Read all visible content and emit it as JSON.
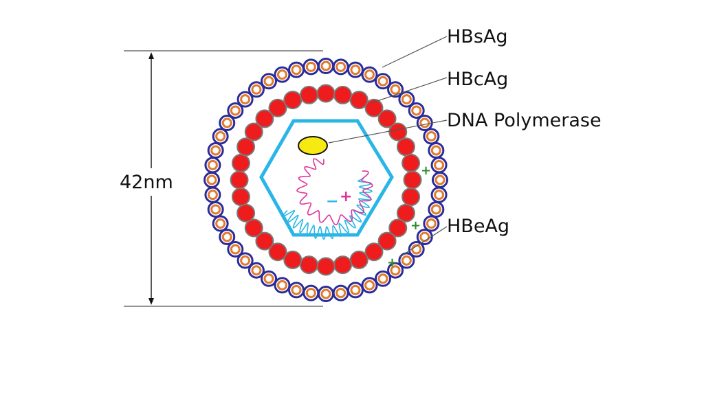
{
  "labels": {
    "hbsag": "HBsAg",
    "hbcag": "HBcAg",
    "dna_polymerase": "DNA Polymerase",
    "hbeag": "HBeAg",
    "size": "42nm",
    "plus_sign": "+",
    "minus_sign": "−"
  },
  "colors": {
    "envelope_bead_outline": "#2b2b9a",
    "envelope_bead_ring": "#e07b2d",
    "core_protein": "#ee1c1c",
    "core_protein_outline": "#7a7a7a",
    "capsid": "#29b6e6",
    "dna_plus_strand": "#e0339a",
    "dna_minus_strand": "#29b6e6",
    "polymerase_fill": "#f6ea12",
    "hbeag_marker": "#2a8a2a",
    "leader_line": "#555555"
  }
}
